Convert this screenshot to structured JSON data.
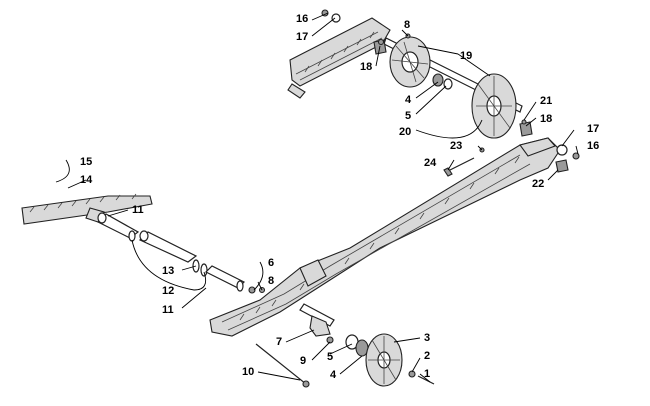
{
  "callouts": {
    "n1": "1",
    "n2": "2",
    "n3": "3",
    "n4": "4",
    "n5": "5",
    "n6": "6",
    "n7": "7",
    "n8": "8",
    "n9": "9",
    "n10": "10",
    "n11": "11",
    "n12": "12",
    "n13": "13",
    "n14": "14",
    "n15": "15",
    "n16": "16",
    "n17": "17",
    "n18": "18",
    "n19": "19",
    "n20": "20",
    "n21": "21",
    "n22": "22",
    "n23": "23",
    "n24": "24"
  }
}
